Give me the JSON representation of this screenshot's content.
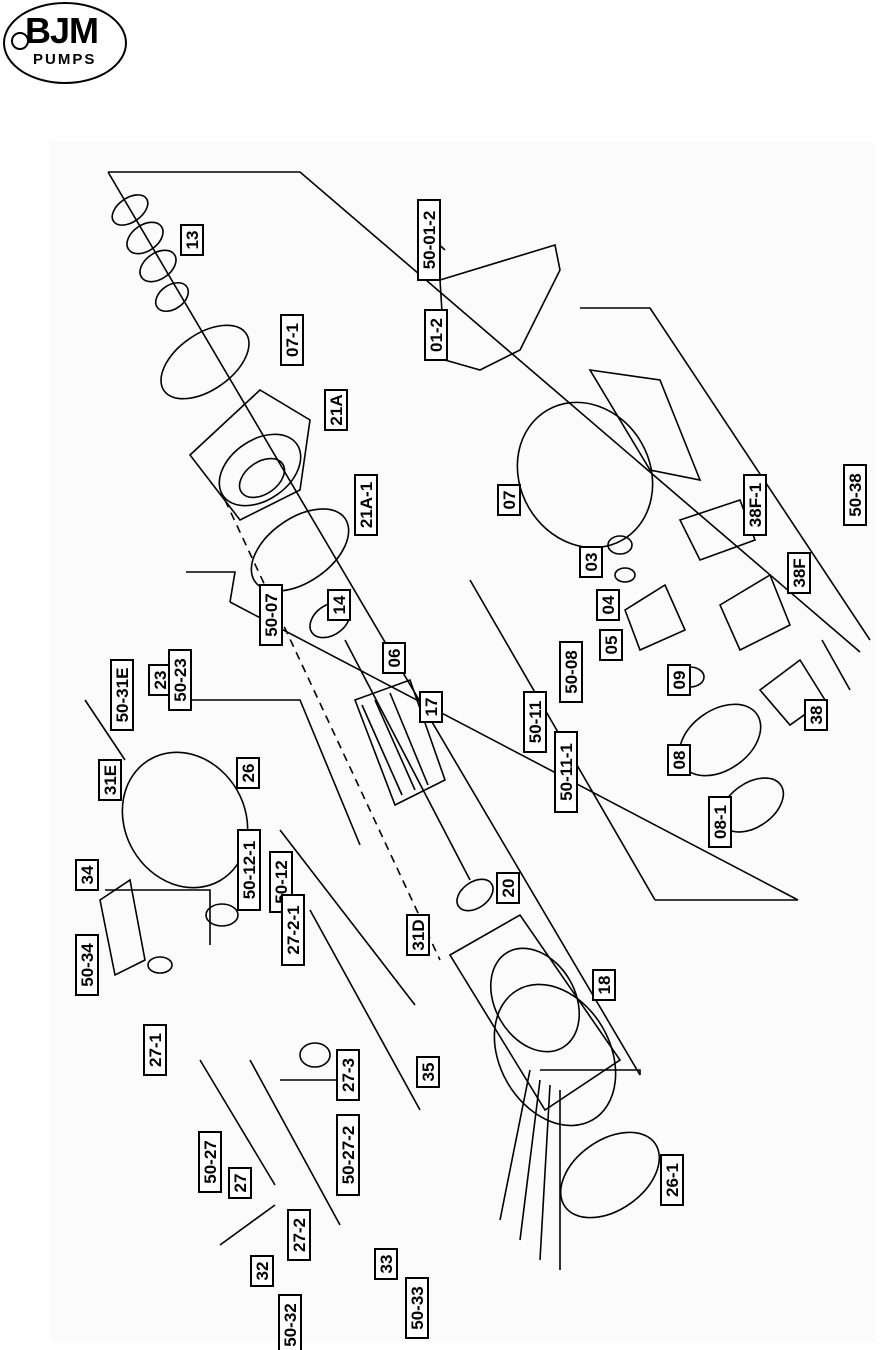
{
  "logo": {
    "main": "BJM",
    "sub": "PUMPS"
  },
  "labels": [
    "13",
    "07-1",
    "21A",
    "21A-1",
    "50-07",
    "14",
    "06",
    "17",
    "20",
    "31D",
    "18",
    "26-1",
    "50-01-2",
    "01-2",
    "07",
    "03",
    "04",
    "05",
    "09",
    "08",
    "08-1",
    "50-08",
    "50-11",
    "50-11-1",
    "38F-1",
    "38F",
    "38",
    "50-38",
    "50-31E",
    "31E",
    "23",
    "50-23",
    "26",
    "50-12-1",
    "50-12",
    "34",
    "50-34",
    "27-2-1",
    "27-1",
    "27-3",
    "35",
    "50-27",
    "27",
    "50-27-2",
    "27-2",
    "33",
    "50-33",
    "32",
    "50-32"
  ]
}
